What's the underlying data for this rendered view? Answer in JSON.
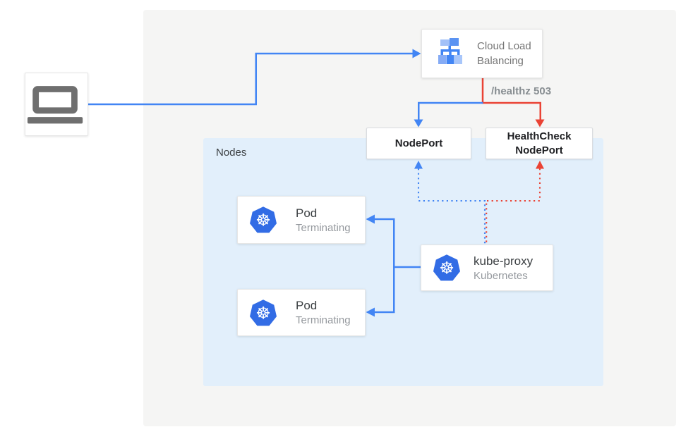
{
  "colors": {
    "blue": "#4285F4",
    "red": "#EA4335",
    "k8s": "#326CE5",
    "laptop_gray": "#6F6F6F"
  },
  "client": {
    "icon": "laptop-icon"
  },
  "clb": {
    "line1": "Cloud Load",
    "line2": "Balancing",
    "icon": "load-balancer-icon"
  },
  "healthz_label": "/healthz 503",
  "nodes_panel": {
    "label": "Nodes"
  },
  "nodeport": {
    "label": "NodePort"
  },
  "healthcheck_nodeport": {
    "line1": "HealthCheck",
    "line2": "NodePort"
  },
  "pods": [
    {
      "title": "Pod",
      "subtitle": "Terminating",
      "icon": "kubernetes-icon"
    },
    {
      "title": "Pod",
      "subtitle": "Terminating",
      "icon": "kubernetes-icon"
    }
  ],
  "kube_proxy": {
    "title": "kube-proxy",
    "subtitle": "Kubernetes",
    "icon": "kubernetes-icon"
  }
}
